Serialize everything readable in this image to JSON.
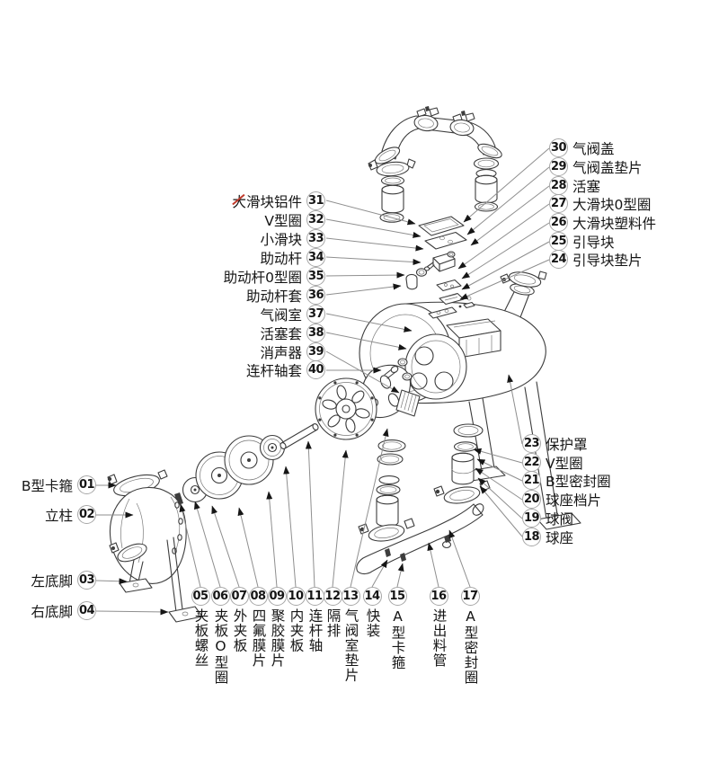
{
  "colors": {
    "background": "#ffffff",
    "line": "#3d3d3d",
    "leader": "#8f8f8f",
    "arrow": "#161616",
    "badge_border": "#a6a6a6",
    "text": "#151515",
    "red_mark": "#c03a2b"
  },
  "labels": {
    "right_top": [
      {
        "no": "30",
        "text": "气阀盖"
      },
      {
        "no": "29",
        "text": "气阀盖垫片"
      },
      {
        "no": "28",
        "text": "活塞"
      },
      {
        "no": "27",
        "text": "大滑块0型圈"
      },
      {
        "no": "26",
        "text": "大滑块塑料件"
      },
      {
        "no": "25",
        "text": "引导块"
      },
      {
        "no": "24",
        "text": "引导块垫片"
      }
    ],
    "left_mid": [
      {
        "no": "31",
        "text": "大滑块铝件"
      },
      {
        "no": "32",
        "text": "V型圈"
      },
      {
        "no": "33",
        "text": "小滑块"
      },
      {
        "no": "34",
        "text": "助动杆"
      },
      {
        "no": "35",
        "text": "助动杆0型圈"
      },
      {
        "no": "36",
        "text": "助动杆套"
      },
      {
        "no": "37",
        "text": "气阀室"
      },
      {
        "no": "38",
        "text": "活塞套"
      },
      {
        "no": "39",
        "text": "消声器"
      },
      {
        "no": "40",
        "text": "连杆轴套"
      }
    ],
    "right_mid": [
      {
        "no": "23",
        "text": "保护罩"
      },
      {
        "no": "22",
        "text": "V型圈"
      },
      {
        "no": "21",
        "text": "B型密封圈"
      },
      {
        "no": "20",
        "text": "球座档片"
      },
      {
        "no": "19",
        "text": "球阀"
      },
      {
        "no": "18",
        "text": "球座"
      }
    ],
    "left": [
      {
        "no": "01",
        "text": "B型卡箍"
      },
      {
        "no": "02",
        "text": "立柱"
      },
      {
        "no": "03",
        "text": "左底脚"
      },
      {
        "no": "04",
        "text": "右底脚"
      }
    ],
    "bottom": [
      {
        "no": "05",
        "text": "夹板螺丝"
      },
      {
        "no": "06",
        "text": "夹板O型圈"
      },
      {
        "no": "07",
        "text": "外夹板"
      },
      {
        "no": "08",
        "text": "四氟膜片"
      },
      {
        "no": "09",
        "text": "聚胶膜片"
      },
      {
        "no": "10",
        "text": "内夹板"
      },
      {
        "no": "11",
        "text": "连杆轴"
      },
      {
        "no": "12",
        "text": "隔排"
      },
      {
        "no": "13",
        "text": "气阀室垫片"
      },
      {
        "no": "14",
        "text": "快装"
      },
      {
        "no": "15",
        "text": "A型卡箍"
      },
      {
        "no": "16",
        "text": "进出料管"
      },
      {
        "no": "17",
        "text": "A型密封圈"
      }
    ]
  }
}
